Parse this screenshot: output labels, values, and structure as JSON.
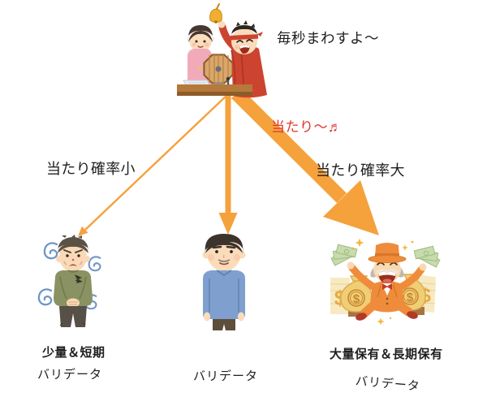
{
  "colors": {
    "arrow": "#F5A13C",
    "win_note": "#E0372E",
    "text": "#1F1F1F"
  },
  "spinner": {
    "caption": "毎秒まわすよ〜",
    "illustration": "lottery-wheel-operators"
  },
  "notes": {
    "win": "当たり〜♬"
  },
  "arrows": {
    "left": {
      "label": "当たり確率小"
    },
    "middle": {
      "label": ""
    },
    "right": {
      "label": "当たり確率大"
    }
  },
  "validators": [
    {
      "title": "少量＆短期",
      "label": "バリデータ",
      "illustration": "shivering-poor-man"
    },
    {
      "title": "",
      "label": "バリデータ",
      "illustration": "ordinary-man"
    },
    {
      "title": "大量保有＆長期保有",
      "label": "バリデータ",
      "illustration": "rich-man-with-money-bags"
    }
  ]
}
